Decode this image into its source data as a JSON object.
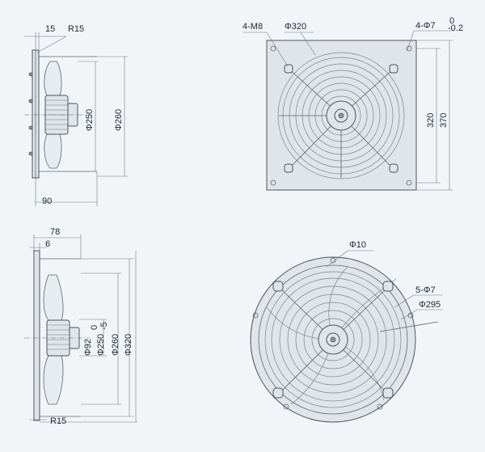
{
  "views": {
    "side_top": {
      "dim_flange": "15",
      "dim_radius": "R15",
      "dim_dia_inner": "Φ250",
      "dim_dia_outer": "Φ260",
      "dim_depth": "90"
    },
    "front_top": {
      "dim_mount_holes": "4-M8",
      "dim_grill_dia": "Φ320",
      "dim_corner_holes": "4-Φ7",
      "dim_tol_upper": "0",
      "dim_tol_lower": "-0.2",
      "dim_hole_spacing": "320",
      "dim_plate_size": "370"
    },
    "side_bottom": {
      "dim_depth": "78",
      "dim_flange": "6",
      "dim_motor_dia": "Φ92",
      "dim_dia_inner": "Φ250",
      "dim_tol_upper": "0",
      "dim_tol_lower": "-5",
      "dim_dia_mid": "Φ260",
      "dim_dia_outer": "Φ320",
      "dim_radius": "R15"
    },
    "front_bottom": {
      "dim_wire": "Φ10",
      "dim_holes": "5-Φ7",
      "dim_pcd": "Φ295"
    }
  }
}
